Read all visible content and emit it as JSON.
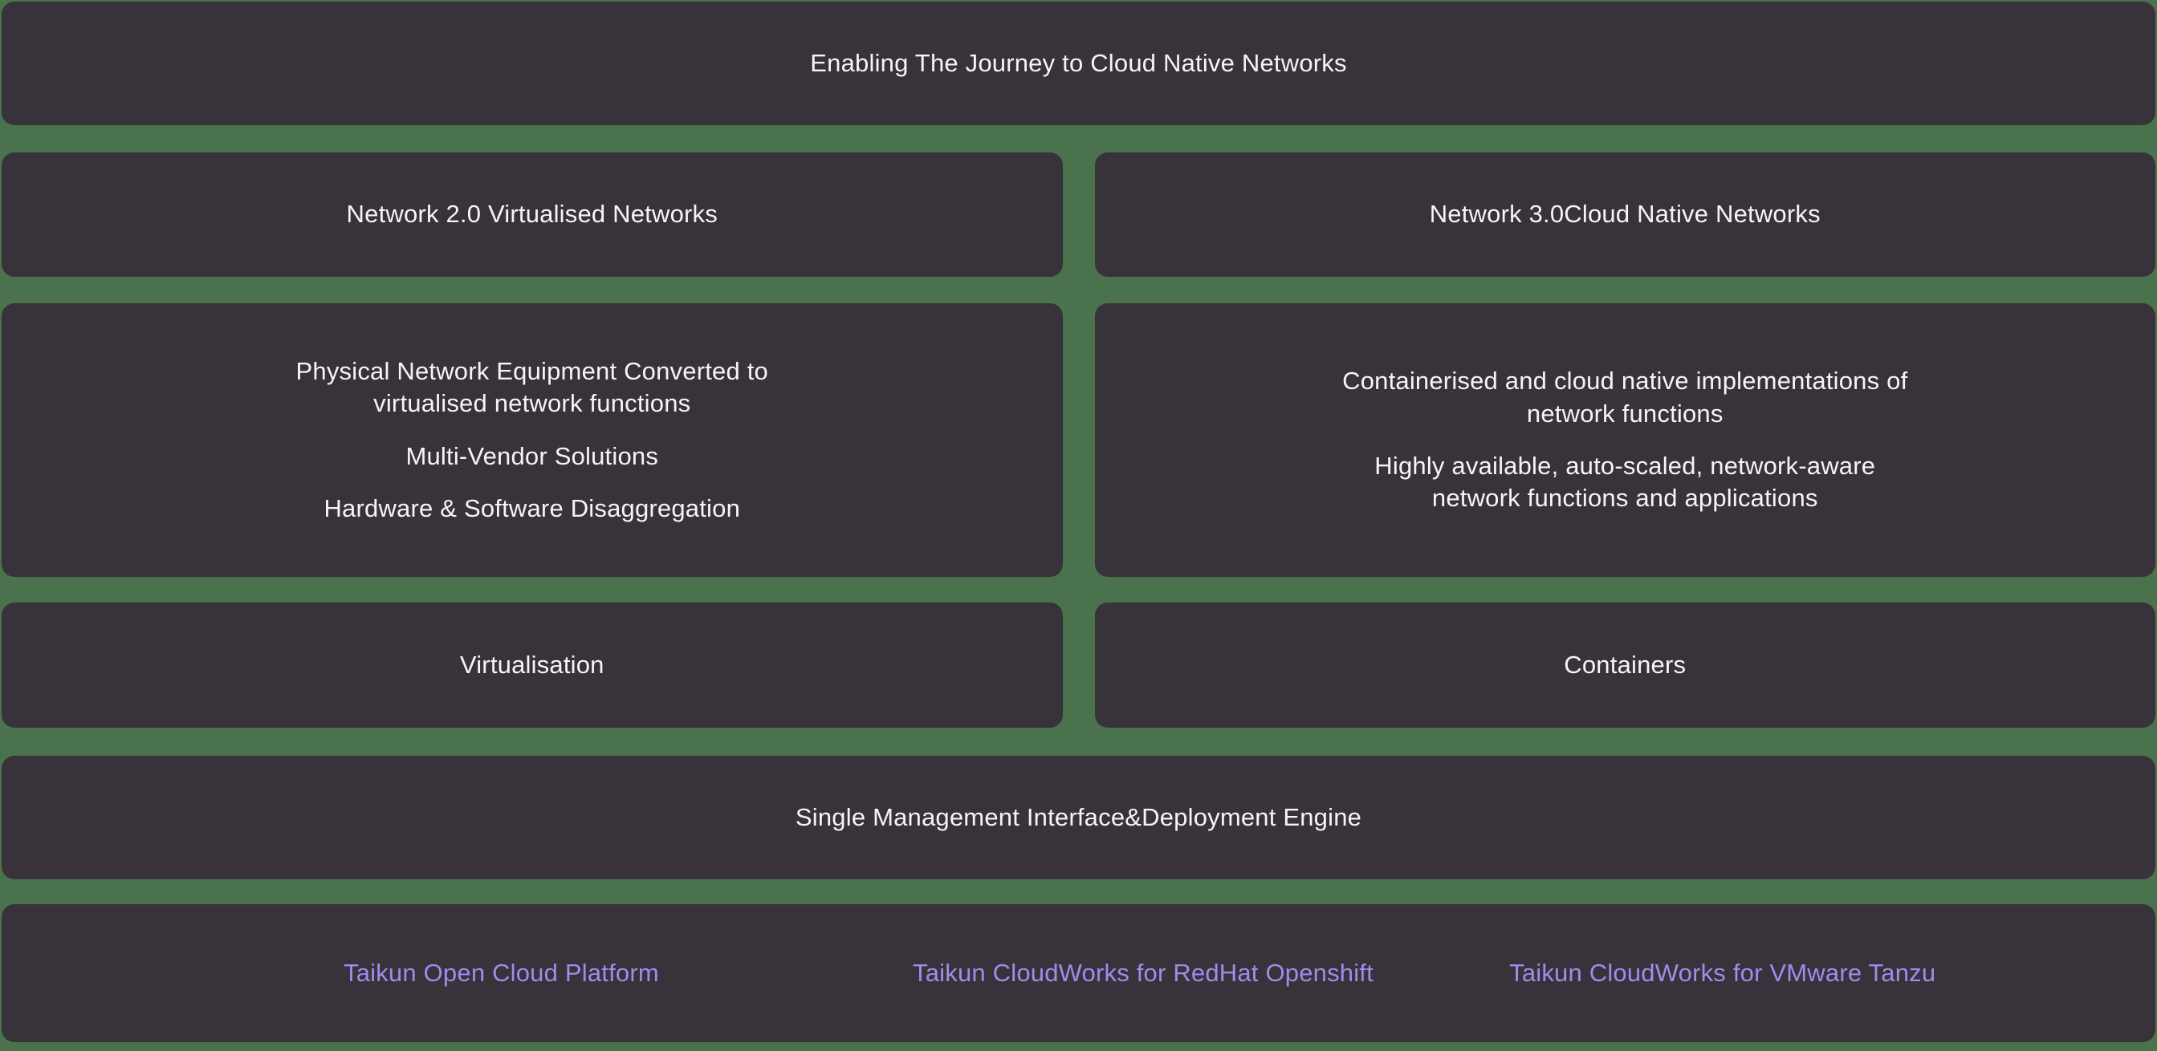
{
  "theme": {
    "background_green": "#4A734D",
    "card_background": "#38323A",
    "text_color": "#F6F4F7",
    "link_color": "#A18BEB"
  },
  "header": {
    "title": "Enabling The Journey to Cloud Native Networks"
  },
  "columns": {
    "left": {
      "heading": "Network 2.0 Virtualised Networks",
      "details": [
        "Physical Network Equipment Converted to\nvirtualised network functions",
        "Multi-Vendor Solutions",
        "Hardware & Software Disaggregation"
      ],
      "technology": "Virtualisation"
    },
    "right": {
      "heading": "Network 3.0Cloud Native Networks",
      "details": [
        "Containerised and cloud native implementations of\nnetwork functions",
        "Highly available, auto-scaled, network-aware\nnetwork functions and applications"
      ],
      "technology": "Containers"
    }
  },
  "management": {
    "label": "Single Management Interface&Deployment Engine"
  },
  "products": {
    "links": [
      {
        "label": "Taikun Open Cloud Platform"
      },
      {
        "label": "Taikun CloudWorks for RedHat Openshift"
      },
      {
        "label": "Taikun CloudWorks for VMware Tanzu"
      }
    ]
  }
}
